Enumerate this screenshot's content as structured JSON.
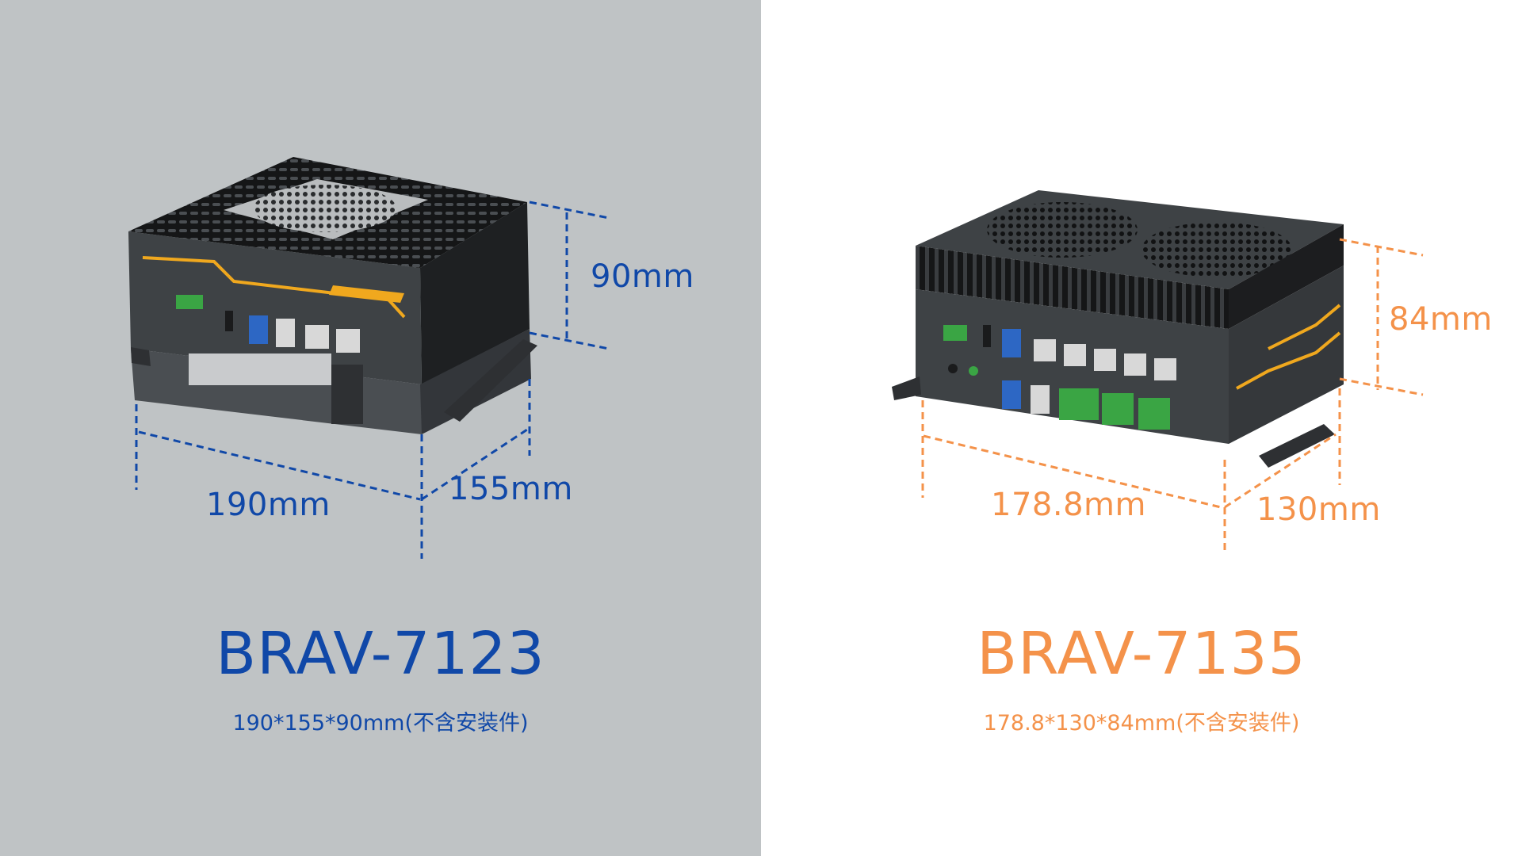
{
  "colors": {
    "left_bg": "#bfc3c5",
    "right_bg": "#ffffff",
    "left_accent": "#1048a8",
    "right_accent": "#f4924a",
    "device_body": "#3e4245",
    "heatsink": "#151617",
    "trim_yellow": "#f0a81e",
    "terminal_green": "#3aa544"
  },
  "left": {
    "model": "BRAV-7123",
    "spec": "190*155*90mm(不含安装件)",
    "dims": {
      "height": "90mm",
      "width": "190mm",
      "depth": "155mm"
    }
  },
  "right": {
    "model": "BRAV-7135",
    "spec": "178.8*130*84mm(不含安装件)",
    "dims": {
      "height": "84mm",
      "width": "178.8mm",
      "depth": "130mm"
    }
  }
}
